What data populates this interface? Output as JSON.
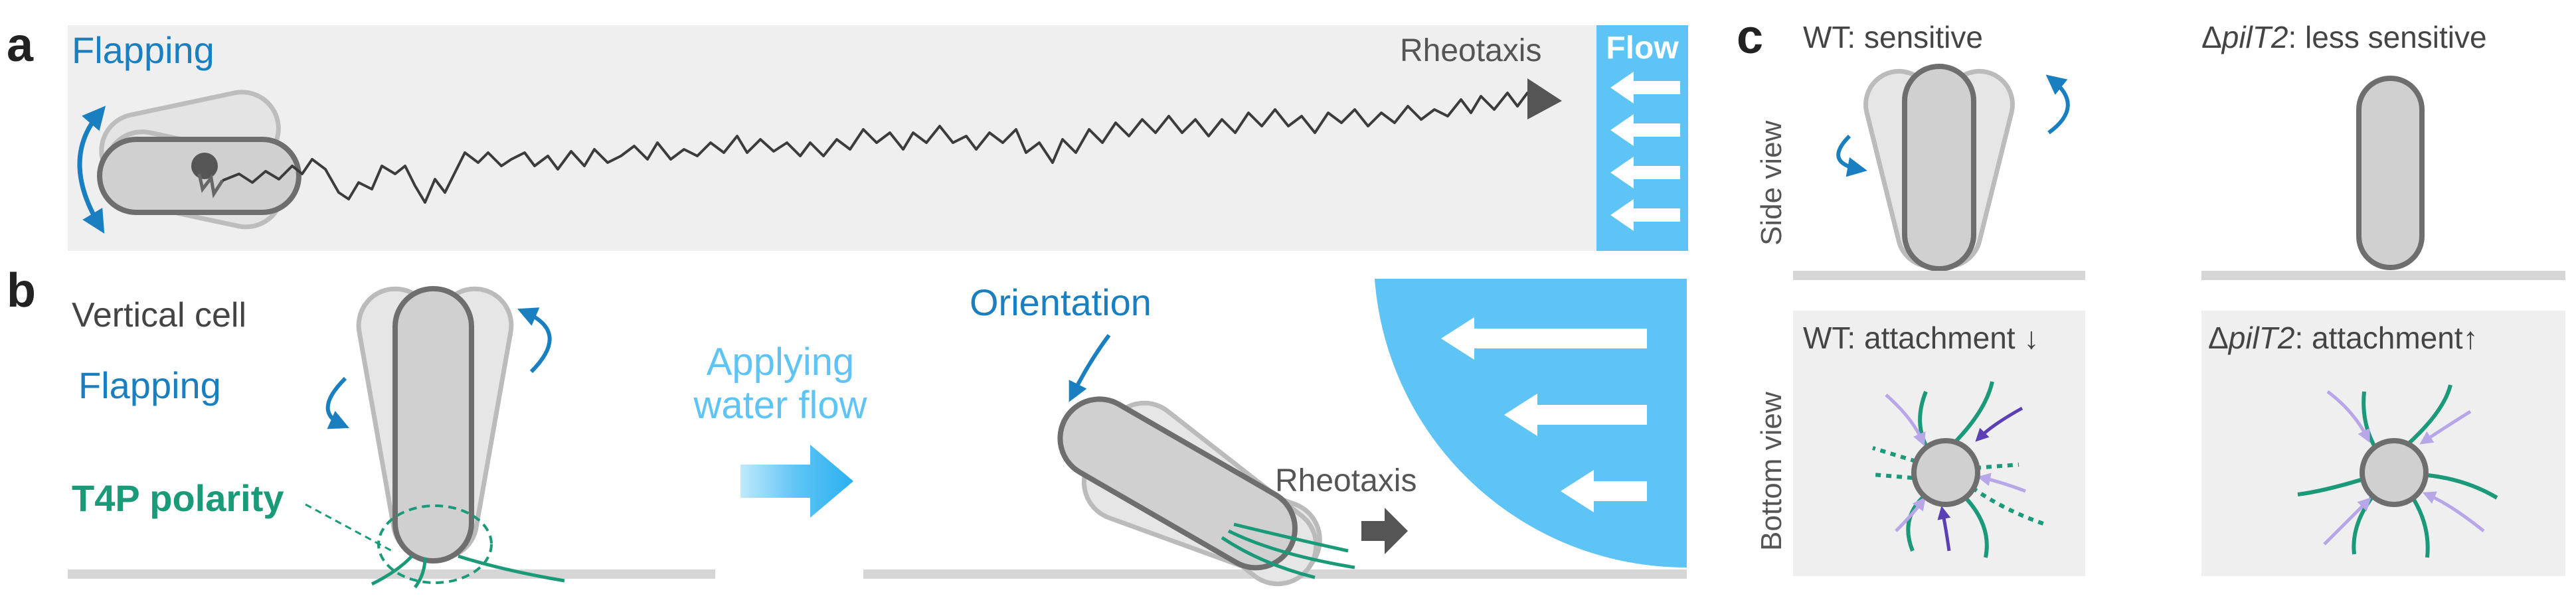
{
  "panels": {
    "a": {
      "letter": "a",
      "flapping_label": "Flapping",
      "rheotaxis_label": "Rheotaxis",
      "flow_label": "Flow"
    },
    "b": {
      "letter": "b",
      "vertical_cell_label": "Vertical cell",
      "flapping_label": "Flapping",
      "t4p_label": "T4P polarity",
      "applying_line1": "Applying",
      "applying_line2": "water flow",
      "orientation_label": "Orientation",
      "rheotaxis_label": "Rheotaxis"
    },
    "c": {
      "letter": "c",
      "side_view_label": "Side view",
      "bottom_view_label": "Bottom view",
      "wt_prefix": "WT",
      "wt_sensitive": ": sensitive",
      "mut_delta": "Δ",
      "mut_gene": "pilT2",
      "mut_less": ": less sensitive",
      "wt_attach": ": attachment ↓",
      "mut_attach": ": attachment↑"
    }
  },
  "colors": {
    "accent_blue": "#1a7fc1",
    "light_blue": "#5ec4f5",
    "green": "#1a9a78",
    "purple_dark": "#5a3fb5",
    "purple_light": "#b7a6e8",
    "cell_fill": "#d0d0d0",
    "cell_stroke": "#6e6e6e",
    "bg_panel": "#efefef",
    "text_gray": "#555555"
  }
}
